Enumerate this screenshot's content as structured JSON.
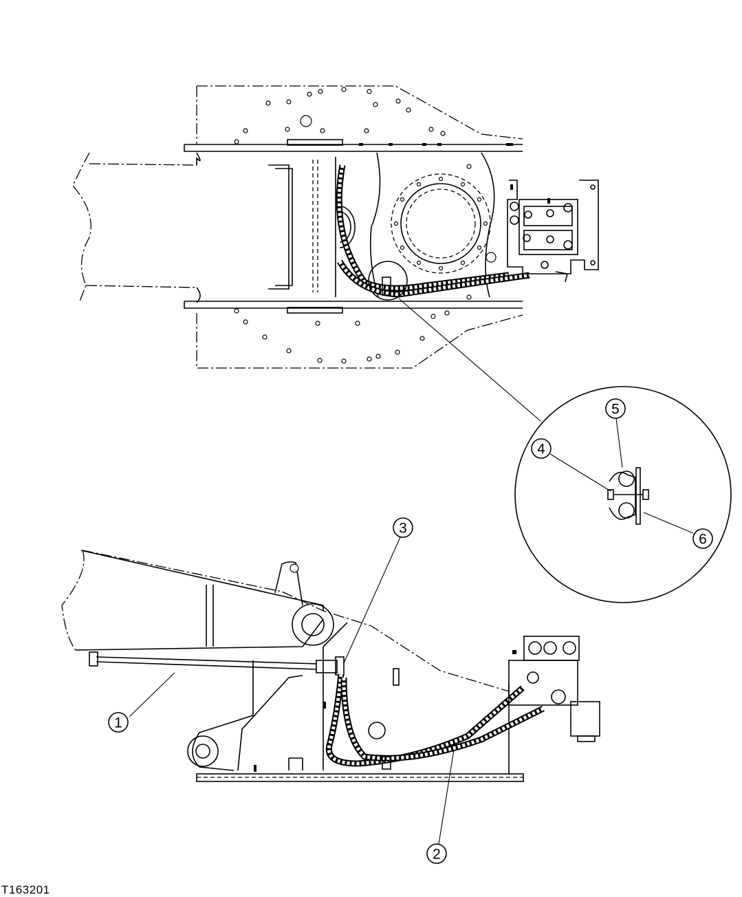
{
  "figure_id": "T163201",
  "callouts": [
    {
      "number": "1"
    },
    {
      "number": "2"
    },
    {
      "number": "3"
    },
    {
      "number": "4"
    },
    {
      "number": "5"
    },
    {
      "number": "6"
    }
  ]
}
